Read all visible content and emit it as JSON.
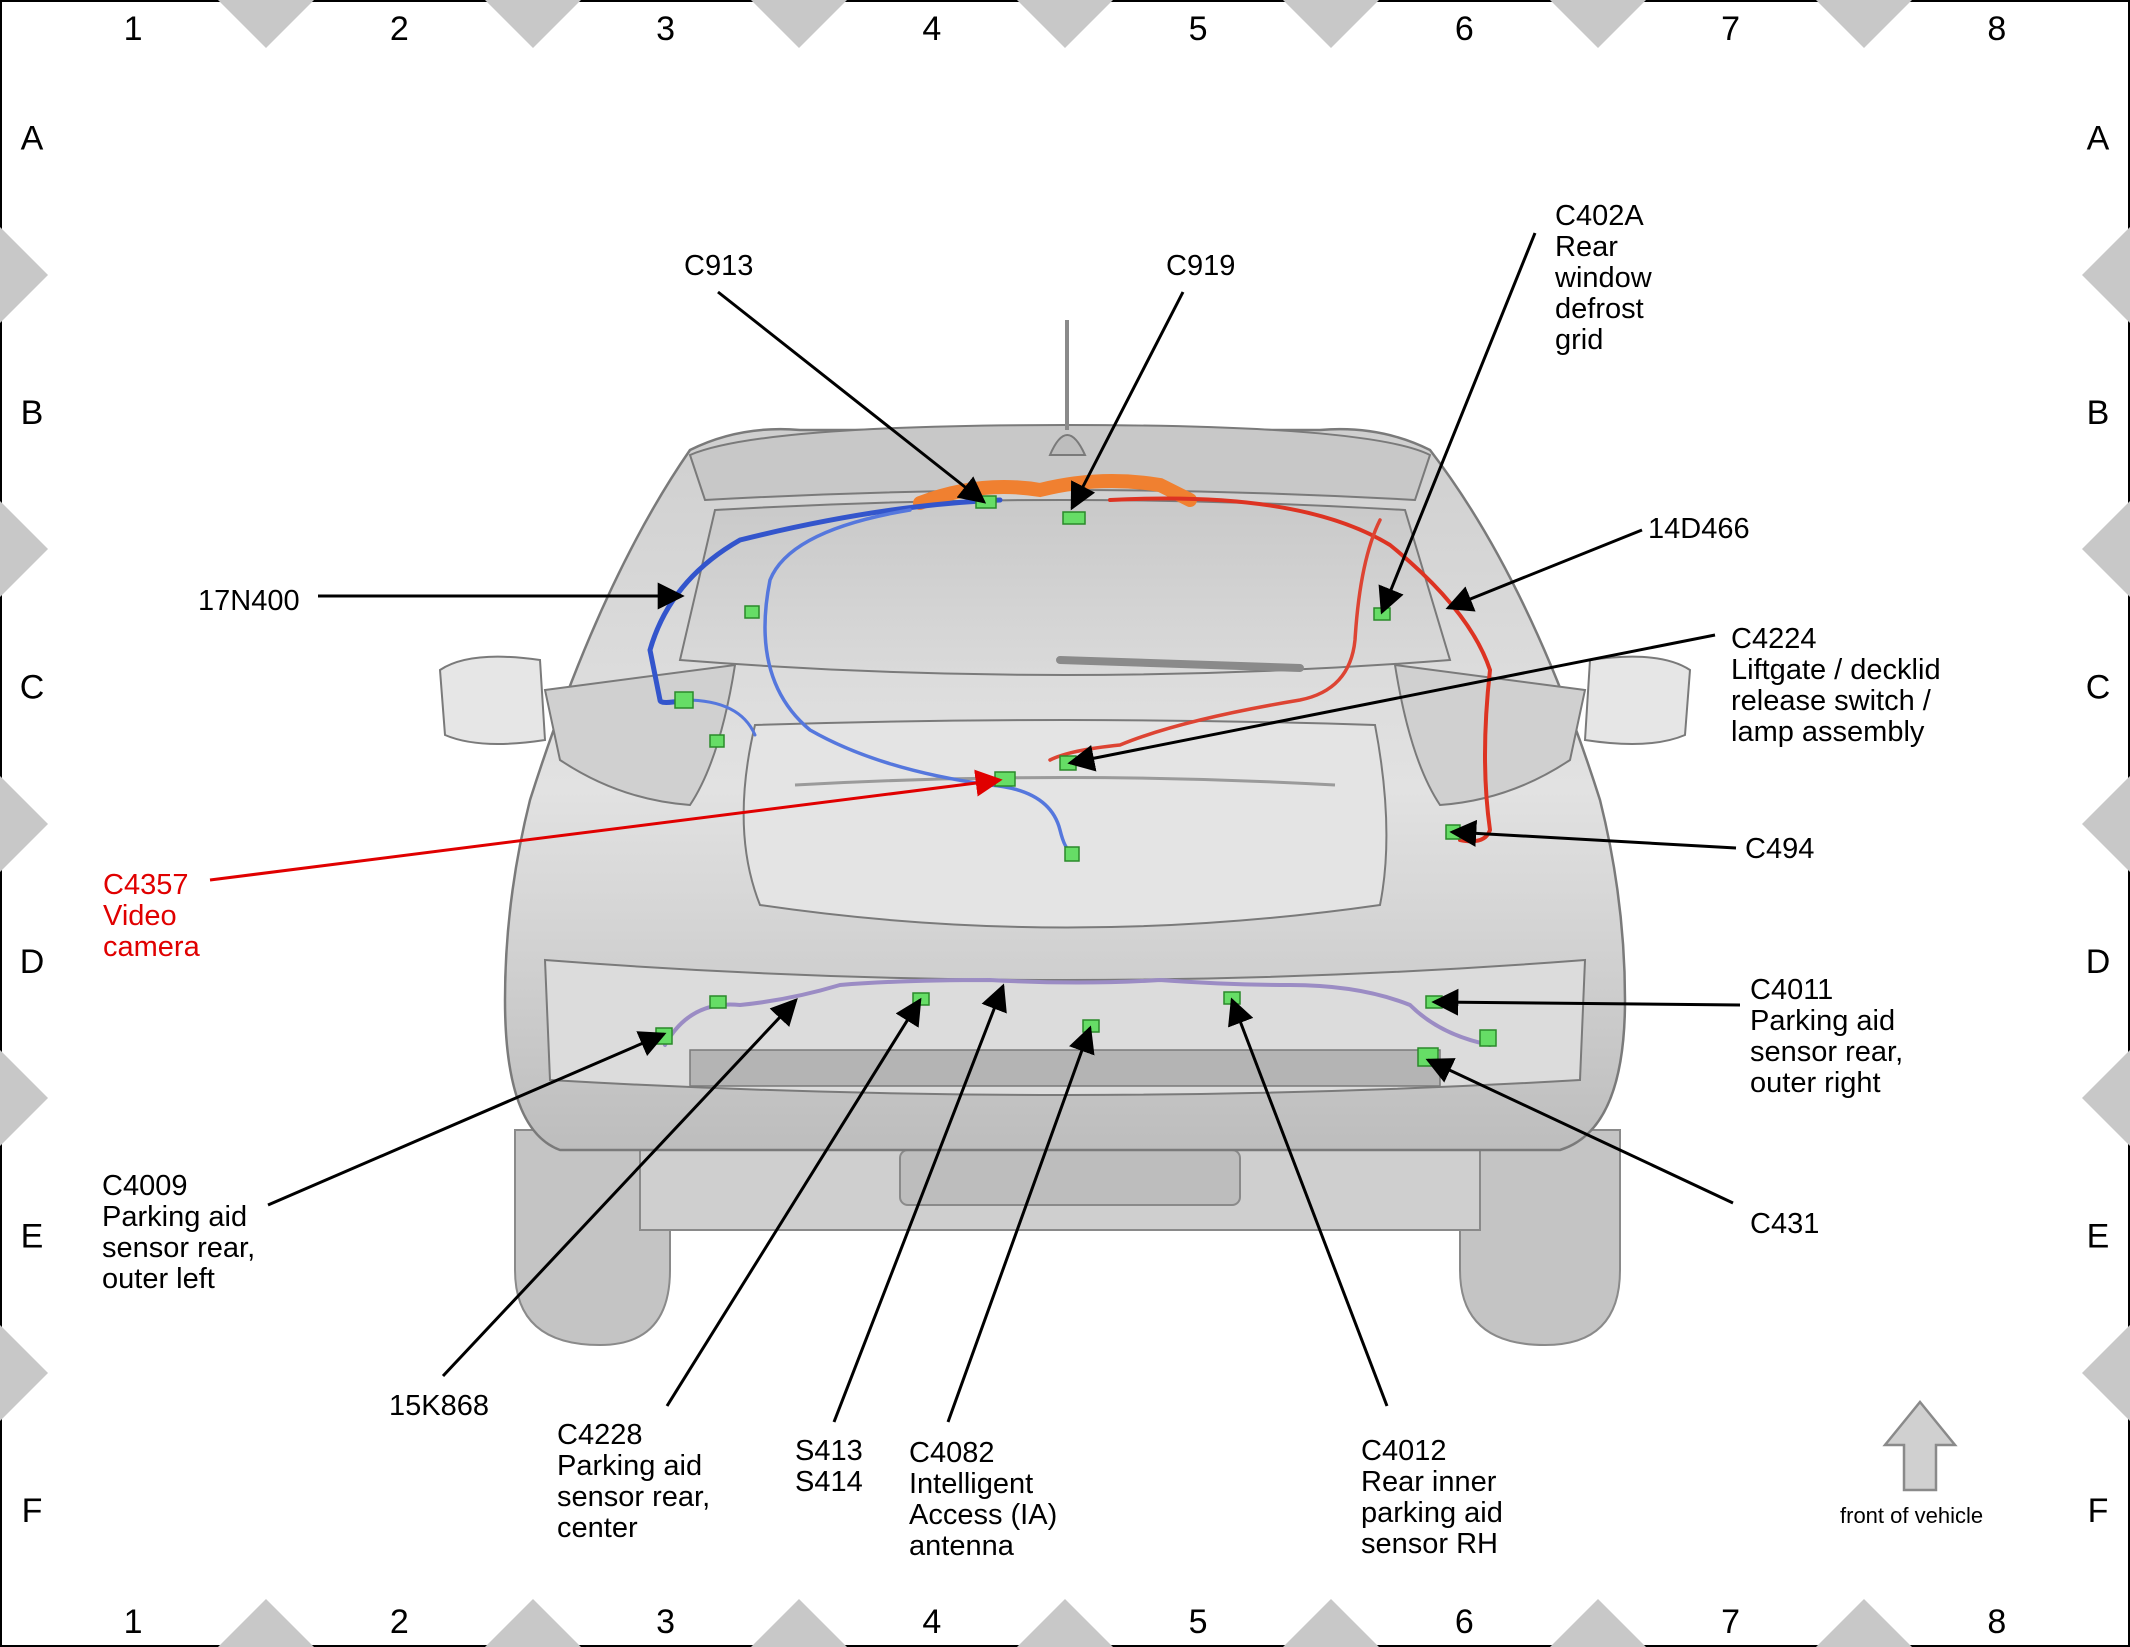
{
  "grid": {
    "columns": [
      "1",
      "2",
      "3",
      "4",
      "5",
      "6",
      "7",
      "8"
    ],
    "rows": [
      "A",
      "B",
      "C",
      "D",
      "E",
      "F"
    ]
  },
  "callouts": {
    "c913": "C913",
    "c919": "C919",
    "c402a": [
      "C402A",
      "Rear",
      "window",
      "defrost",
      "grid"
    ],
    "n17n400": "17N400",
    "n14d466": "14D466",
    "c4224": [
      "C4224",
      "Liftgate / decklid",
      "release switch /",
      "lamp assembly"
    ],
    "c494": "C494",
    "c4357": [
      "C4357",
      "Video",
      "camera"
    ],
    "c4011": [
      "C4011",
      "Parking aid",
      "sensor rear,",
      "outer right"
    ],
    "c4009": [
      "C4009",
      "Parking aid",
      "sensor rear,",
      "outer left"
    ],
    "c431": "C431",
    "n15k868": "15K868",
    "c4228": [
      "C4228",
      "Parking aid",
      "sensor rear,",
      "center"
    ],
    "s413": [
      "S413",
      "S414"
    ],
    "c4082": [
      "C4082",
      "Intelligent",
      "Access (IA)",
      "antenna"
    ],
    "c4012": [
      "C4012",
      "Rear inner",
      "parking aid",
      "sensor RH"
    ]
  },
  "legend": {
    "front_of_vehicle": "front of vehicle"
  },
  "colors": {
    "highlight": "#e00000",
    "connector": "#66dd66",
    "harness_blue": "#3355cc",
    "harness_red": "#dd3322",
    "harness_orange": "#f08030",
    "harness_purple": "#9b8cc4",
    "body_grey": "#d6d6d6"
  }
}
